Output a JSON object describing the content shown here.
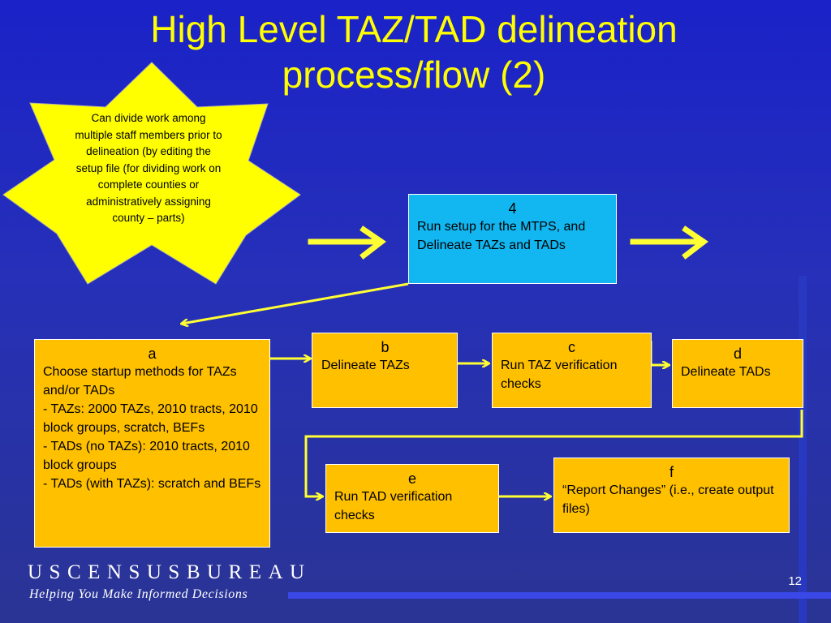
{
  "slide": {
    "title_line1": "High Level TAZ/TAD delineation",
    "title_line2": "process/flow (2)",
    "page_number": "12"
  },
  "star_note": "Can divide work among multiple staff members prior to delineation (by editing the setup file (for dividing work on complete counties or administratively assigning county – parts)",
  "steps": {
    "step4": {
      "label": "4",
      "text": "Run setup for the MTPS, and Delineate TAZs and TADs"
    },
    "a": {
      "label": "a",
      "text": "Choose startup methods for TAZs and/or TADs\n- TAZs: 2000 TAZs, 2010 tracts, 2010 block groups, scratch, BEFs\n- TADs (no TAZs): 2010 tracts, 2010 block groups\n- TADs (with TAZs): scratch and BEFs"
    },
    "b": {
      "label": "b",
      "text": "Delineate TAZs"
    },
    "c": {
      "label": "c",
      "text": "Run TAZ verification checks"
    },
    "d": {
      "label": "d",
      "text": "Delineate TADs"
    },
    "e": {
      "label": "e",
      "text": "Run TAD verification checks"
    },
    "f": {
      "label": "f",
      "text": "“Report Changes”  (i.e., create output files)"
    }
  },
  "footer": {
    "brand": "USCENSUSBUREAU",
    "tagline": "Helping You Make Informed Decisions"
  },
  "colors": {
    "background": "#2228c0",
    "title": "#ffff00",
    "arrow": "#ffff33",
    "orange_box": "#ffc000",
    "cyan_box": "#12b6f0",
    "star_fill": "#ffff00"
  }
}
